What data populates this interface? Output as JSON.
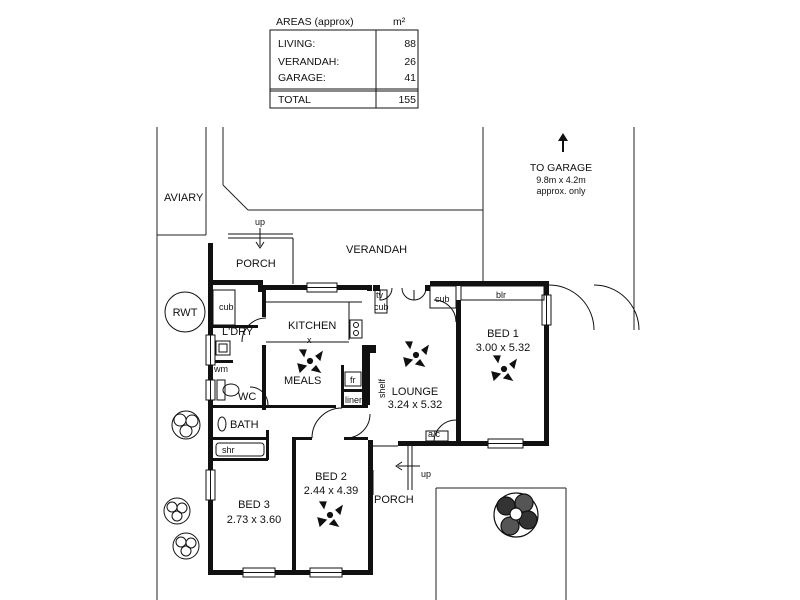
{
  "areas_table": {
    "header": "AREAS (approx)",
    "unit": "m²",
    "rows": [
      {
        "label": "LIVING:",
        "value": "88"
      },
      {
        "label": "VERANDAH:",
        "value": "26"
      },
      {
        "label": "GARAGE:",
        "value": "41"
      }
    ],
    "total": {
      "label": "TOTAL",
      "value": "155"
    }
  },
  "garage_note": {
    "line1": "TO GARAGE",
    "line2": "9.8m x 4.2m",
    "line3": "approx. only"
  },
  "labels": {
    "aviary": "AVIARY",
    "verandah": "VERANDAH",
    "porch_top": "PORCH",
    "up_top": "up",
    "rwt": "RWT",
    "cub_laundry": "cub",
    "laundry": "L'DRY",
    "kitchen": "KITCHEN",
    "kitchen_x": "x",
    "meals": "MEALS",
    "wm": "wm",
    "wc": "WC",
    "fr": "fr",
    "linen": "linen",
    "shelf": "shelf",
    "tv": "tv",
    "tv_cub": "cub",
    "cub_lounge": "cub",
    "blr": "blr",
    "lounge": "LOUNGE",
    "lounge_dim": "3.24 x 5.32",
    "bed1": "BED 1",
    "bed1_dim": "3.00 x 5.32",
    "bath": "BATH",
    "shr": "shr",
    "ac": "a/c",
    "up_side": "up",
    "porch_side": "PORCH",
    "bed2": "BED 2",
    "bed2_dim": "2.44 x 4.39",
    "bed3": "BED 3",
    "bed3_dim": "2.73 x 3.60"
  }
}
